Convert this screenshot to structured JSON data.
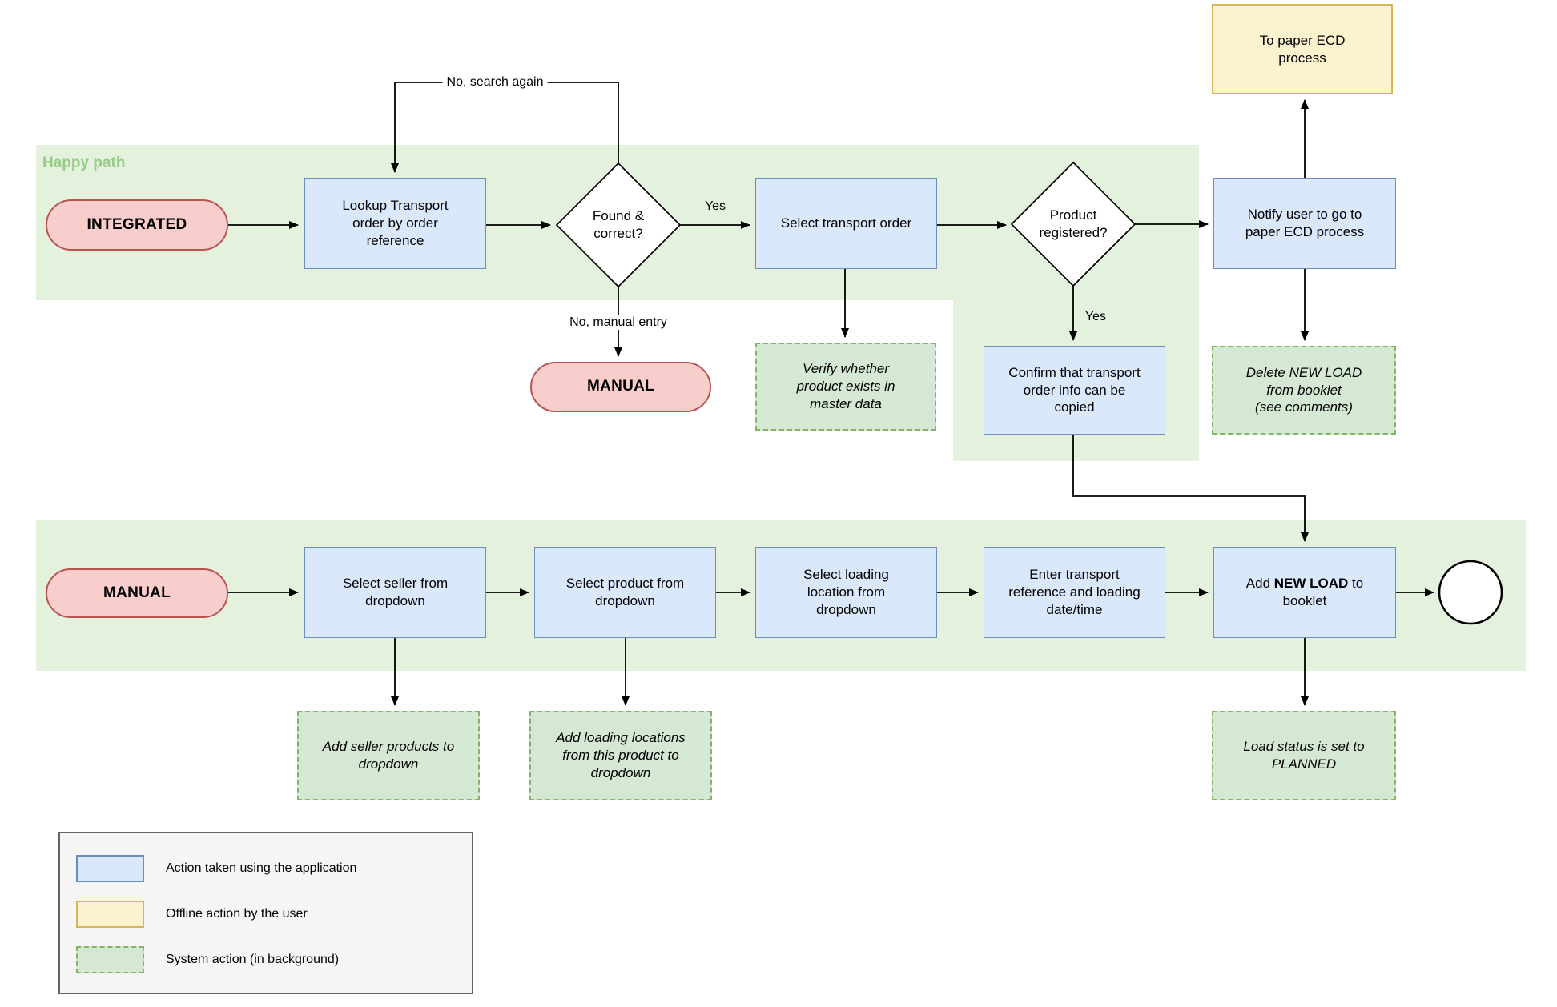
{
  "diagram": {
    "band_label": "Happy path",
    "nodes": {
      "integrated": "INTEGRATED",
      "lookup": "Lookup Transport\norder by order\nreference",
      "found_correct": "Found &\ncorrect?",
      "select_transport_order": "Select transport order",
      "product_registered": "Product\nregistered?",
      "notify_user": "Notify user to go to\npaper ECD process",
      "to_paper_ecd": "To paper ECD\nprocess",
      "manual_top": "MANUAL",
      "verify_product": "Verify whether\nproduct exists in\nmaster data",
      "confirm_copy": "Confirm that transport\norder info can be\ncopied",
      "delete_new_load": "Delete NEW LOAD\nfrom booklet\n(see comments)",
      "manual_row": "MANUAL",
      "select_seller": "Select seller from\ndropdown",
      "select_product": "Select product from\ndropdown",
      "select_loading": "Select loading\nlocation from\ndropdown",
      "enter_transport": "Enter transport\nreference and loading\ndate/time",
      "add_new_load": {
        "prefix": "Add ",
        "bold": "NEW LOAD",
        "suffix": " to\nbooklet"
      },
      "add_seller_products": "Add seller products to\ndropdown",
      "add_loading_locations": "Add loading locations\nfrom this product to\ndropdown",
      "load_status": "Load status is set to\nPLANNED"
    },
    "edge_labels": {
      "no_search_again": "No, search again",
      "yes_found": "Yes",
      "no_manual_entry": "No, manual entry",
      "yes_registered": "Yes"
    },
    "legend": {
      "items": [
        {
          "label": "Action taken using the application"
        },
        {
          "label": "Offline action by the user"
        },
        {
          "label": "System action (in background)"
        }
      ]
    },
    "colors": {
      "blue_fill": "#dae8fc",
      "blue_stroke": "#6c8ebf",
      "yellow_fill": "#fdf2cf",
      "yellow_stroke": "#d6b656",
      "red_fill": "#f8cecc",
      "red_stroke": "#b85450",
      "green_fill": "#d5e8d4",
      "green_stroke": "#82b366",
      "band_fill": "#e3f1dd",
      "band_label": "#97cc87"
    }
  }
}
